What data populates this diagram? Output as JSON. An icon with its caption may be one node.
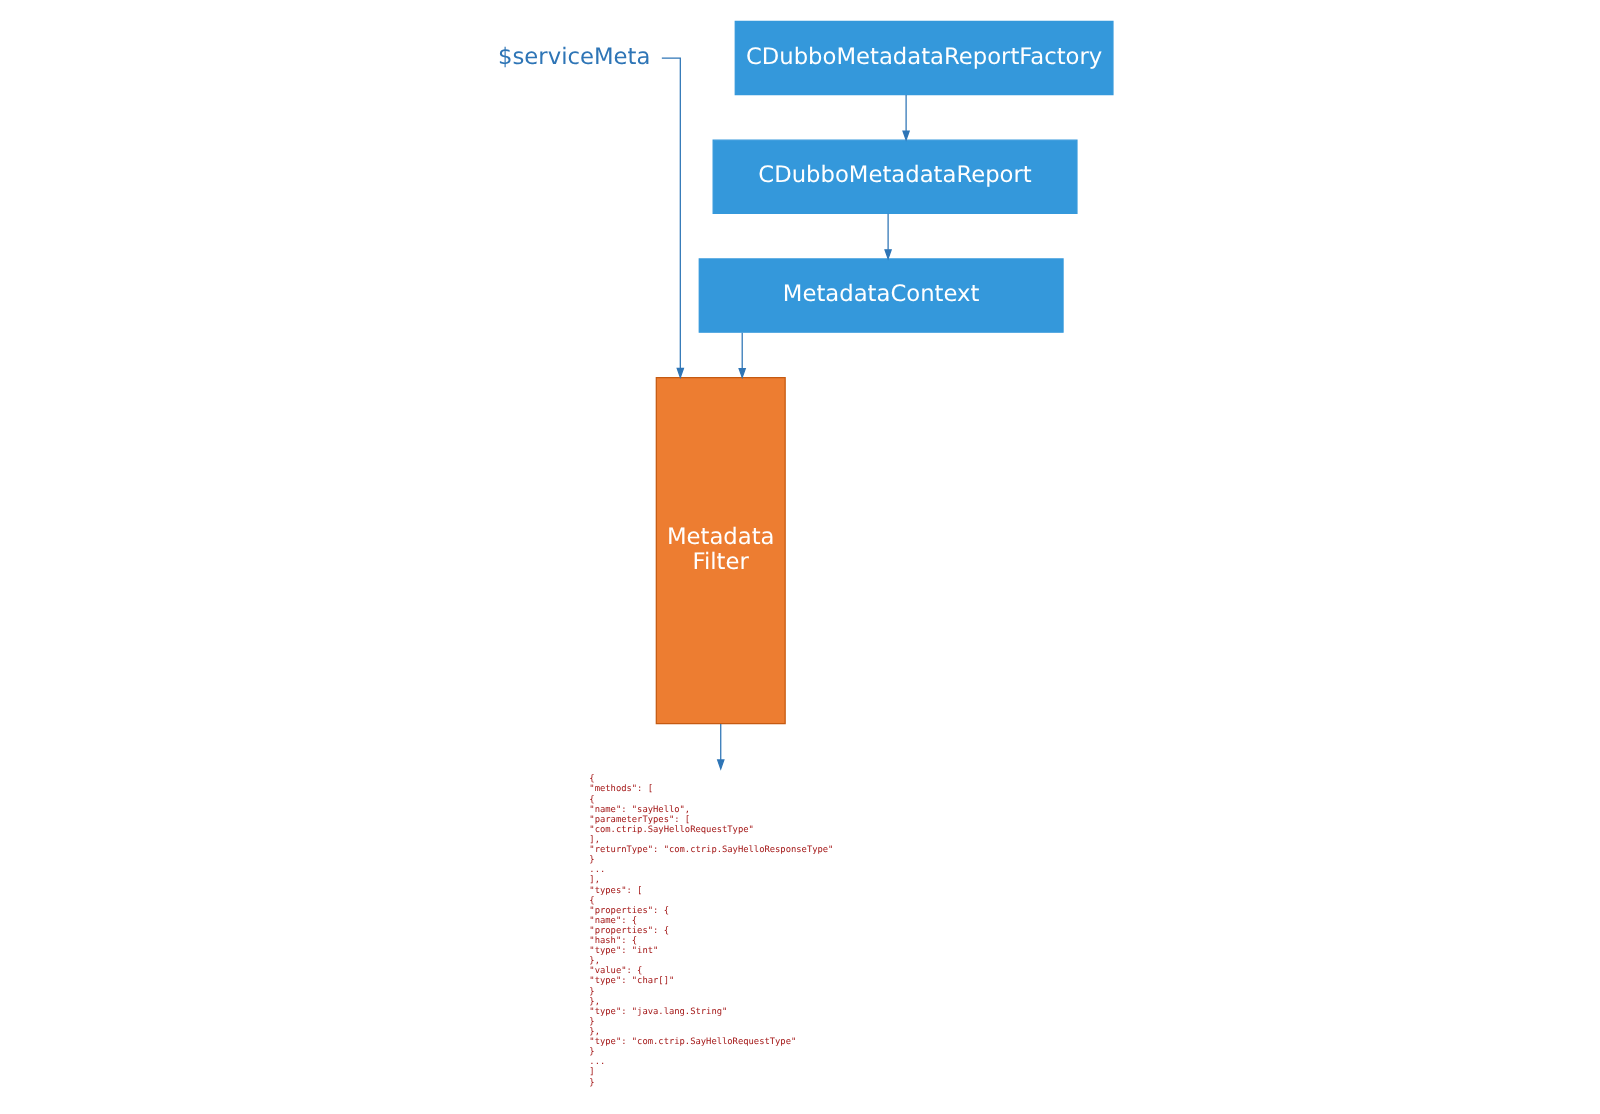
{
  "diagram": {
    "nodes": [
      {
        "text": [
          "$serviceMeta"
        ]
      },
      {
        "text": [
          "CDubboMetadataReportFactory"
        ]
      },
      {
        "text": [
          "CDubboMetadataReport"
        ]
      },
      {
        "text": [
          "MetadataContext"
        ]
      },
      {
        "text": [
          "Metadata Filter"
        ]
      },
      {
        "text": [
          "{",
          "\"methods\": [",
          "{",
          "\"name\": \"sayHello\",",
          "\"parameterTypes\": [",
          "\"com.ctrip.SayHelloRequestType\"",
          "],",
          "\"returnType\": \"com.ctrip.SayHelloResponseType\"",
          "}",
          "...",
          "],",
          "\"types\": [",
          "{",
          "\"properties\": {",
          "\"name\": {",
          "\"properties\": {",
          "\"hash\": {",
          "\"type\": \"int\"",
          "},",
          "\"value\": {",
          "\"type\": \"char[]\"",
          "}",
          "},",
          "\"type\": \"java.lang.String\"",
          "}",
          "},",
          "\"type\": \"com.ctrip.SayHelloRequestType\"",
          "}",
          "...",
          "]",
          "}"
        ]
      }
    ],
    "edges": [
      {
        "from": 0,
        "to": 4,
        "arrow": "to"
      },
      {
        "from": 1,
        "to": 2,
        "arrow": "to"
      },
      {
        "from": 2,
        "to": 3,
        "arrow": "to"
      },
      {
        "from": 3,
        "to": 4,
        "arrow": "to"
      },
      {
        "from": 4,
        "to": 5,
        "arrow": "to"
      }
    ]
  }
}
